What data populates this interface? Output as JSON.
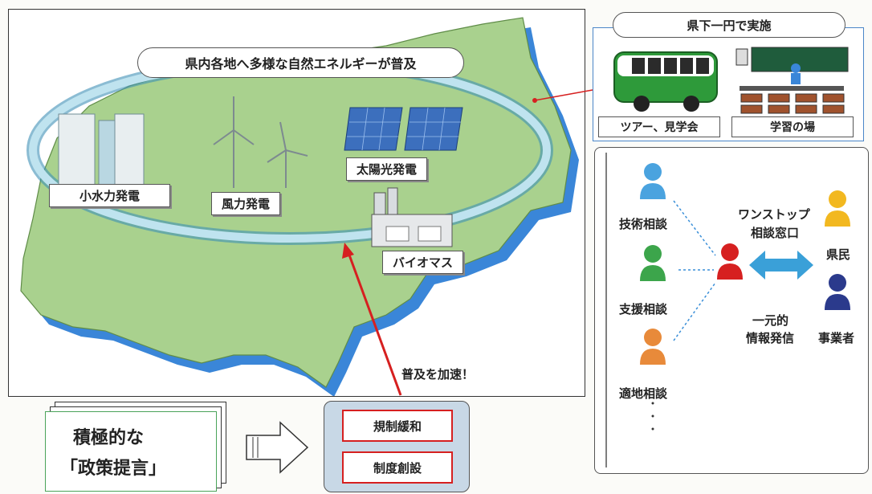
{
  "colors": {
    "land": "#a9d18e",
    "land_edge": "#5f8c48",
    "shadow": "#3a86d8",
    "ring": "#9ecfe0",
    "red": "#d62020",
    "water": "#9fd4e8"
  },
  "map": {
    "banner": "県内各地へ多様な自然エネルギーが普及",
    "labels": {
      "hydro": "小水力発電",
      "wind": "風力発電",
      "solar": "太陽光発電",
      "biomass": "バイオマス"
    },
    "accelerate": "普及を加速！"
  },
  "outreach": {
    "title": "県下一円で実施",
    "tour": "ツアー、見学会",
    "learning": "学習の場"
  },
  "consult": {
    "tech": "技術相談",
    "support": "支援相談",
    "siting": "適地相談",
    "one_stop_line1": "ワンストップ",
    "one_stop_line2": "相談窓口",
    "unified_line1": "一元的",
    "unified_line2": "情報発信",
    "citizens": "県民",
    "business": "事業者",
    "icons": [
      "person-blue",
      "person-green",
      "person-orange",
      "person-red",
      "person-yellow",
      "person-navy"
    ]
  },
  "policy": {
    "line1": "積極的な",
    "line2": "「政策提言」",
    "deregulation": "規制緩和",
    "new_system": "制度創設"
  }
}
